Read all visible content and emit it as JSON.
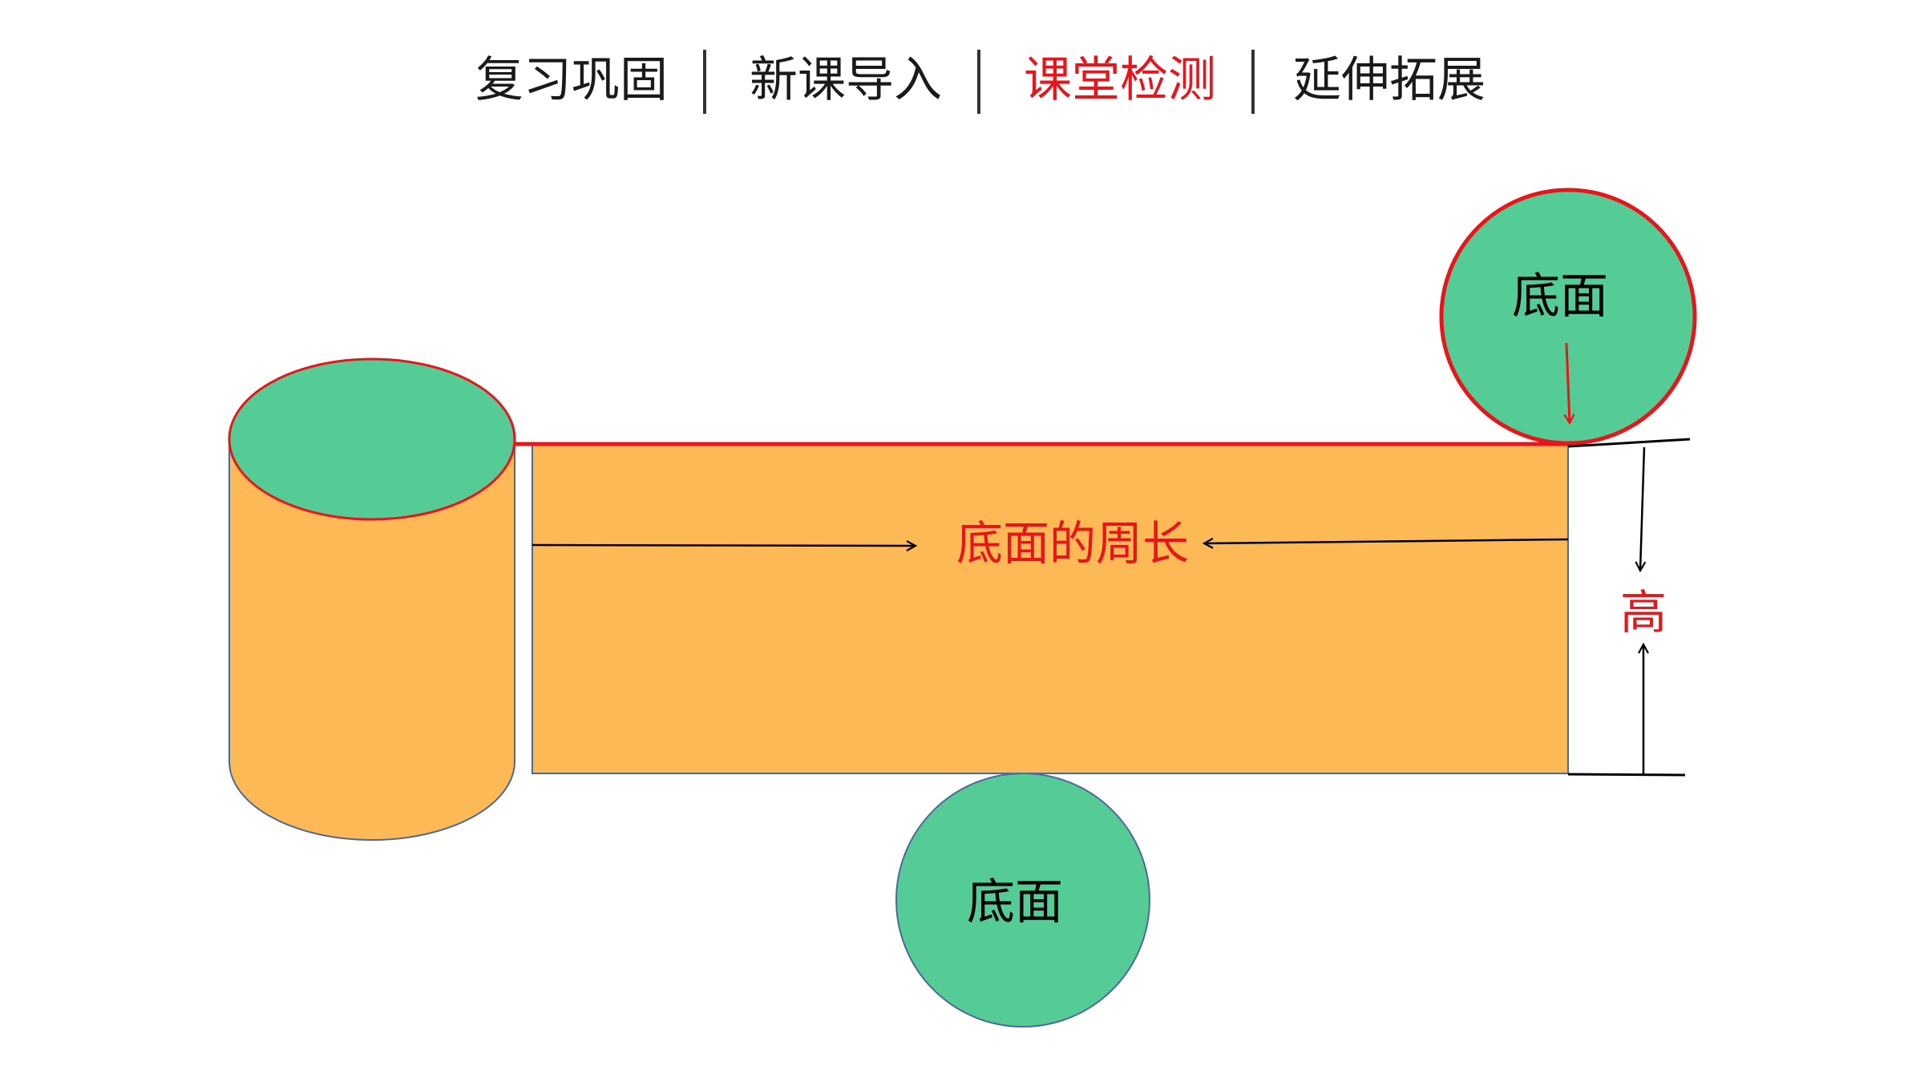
{
  "nav": {
    "tabs": [
      {
        "label": "复习巩固",
        "active": false
      },
      {
        "label": "新课导入",
        "active": false
      },
      {
        "label": "课堂检测",
        "active": true
      },
      {
        "label": "延伸拓展",
        "active": false
      }
    ],
    "active_color": "#e8151b",
    "text_color": "#1a1a1a"
  },
  "diagram": {
    "top_base_label": "底面",
    "bottom_base_label": "底面",
    "perimeter_label": "底面的周长",
    "height_label": "高",
    "colors": {
      "lateral_fill": "#fdb955",
      "base_fill": "#55cc96",
      "highlight": "#e8151b",
      "outline": "#4a6a9a"
    }
  }
}
